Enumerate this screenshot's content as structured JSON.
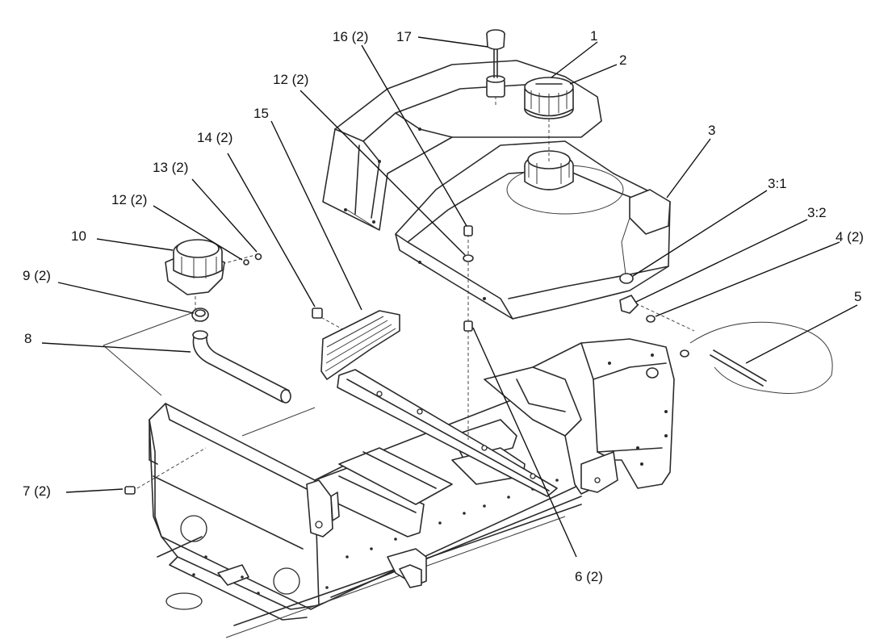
{
  "callouts": [
    {
      "id": "c1",
      "label": "1"
    },
    {
      "id": "c2",
      "label": "2"
    },
    {
      "id": "c3",
      "label": "3"
    },
    {
      "id": "c3_1",
      "label": "3:1"
    },
    {
      "id": "c3_2",
      "label": "3:2"
    },
    {
      "id": "c4",
      "label": "4 (2)"
    },
    {
      "id": "c5",
      "label": "5"
    },
    {
      "id": "c6",
      "label": "6 (2)"
    },
    {
      "id": "c7",
      "label": "7 (2)"
    },
    {
      "id": "c8",
      "label": "8"
    },
    {
      "id": "c9",
      "label": "9 (2)"
    },
    {
      "id": "c10",
      "label": "10"
    },
    {
      "id": "c12a",
      "label": "12 (2)"
    },
    {
      "id": "c12b",
      "label": "12 (2)"
    },
    {
      "id": "c13",
      "label": "13 (2)"
    },
    {
      "id": "c14",
      "label": "14 (2)"
    },
    {
      "id": "c15",
      "label": "15"
    },
    {
      "id": "c16",
      "label": "16 (2)"
    },
    {
      "id": "c17",
      "label": "17"
    }
  ]
}
